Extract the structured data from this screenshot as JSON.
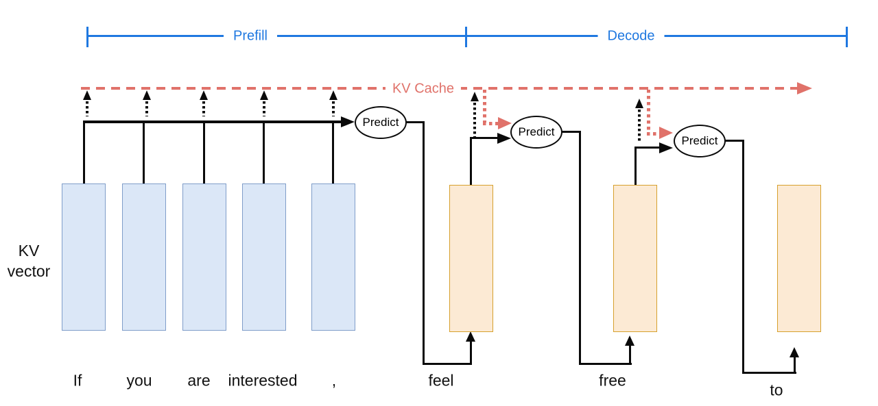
{
  "labels": {
    "prefill": "Prefill",
    "decode": "Decode",
    "kv_cache": "KV Cache",
    "kv_vector": "KV vector",
    "predict": "Predict"
  },
  "prefill_tokens": [
    "If",
    "you",
    "are",
    "interested",
    ","
  ],
  "decode_tokens": [
    "feel",
    "free",
    "to"
  ],
  "colors": {
    "bracket_blue": "#1f78e0",
    "cache_red": "#e0726a",
    "line_black": "#0a0a0a",
    "prefill_box_fill": "#dbe7f7",
    "prefill_box_border": "#7f9dc9",
    "decode_box_fill": "#fcead4",
    "decode_box_border": "#d6a02c"
  }
}
